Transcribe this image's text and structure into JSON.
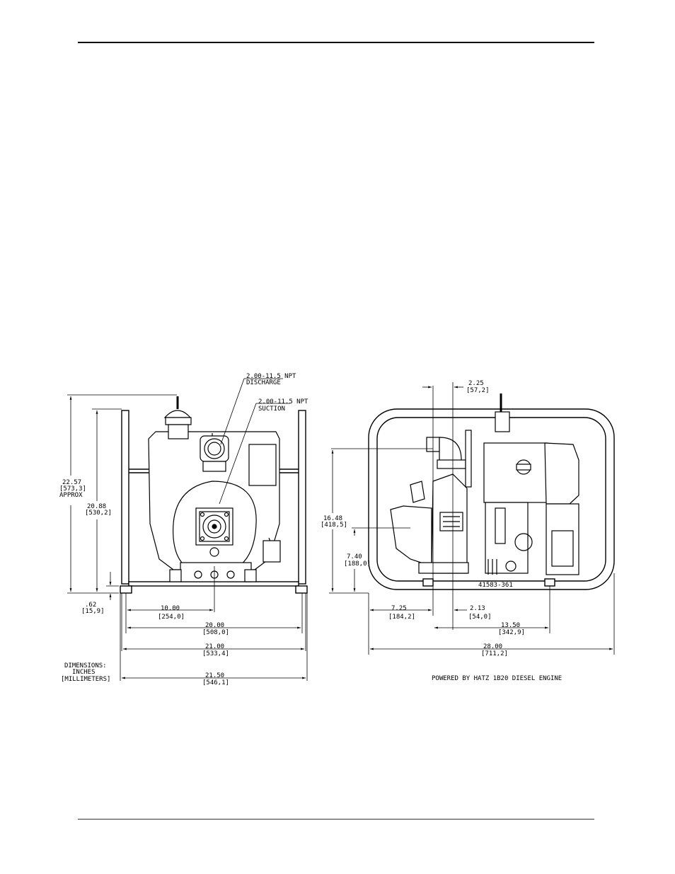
{
  "front_view": {
    "discharge_callout": [
      "2.00-11.5 NPT",
      "DISCHARGE"
    ],
    "suction_callout": [
      "2.00-11.5 NPT",
      "SUCTION"
    ],
    "dim_overall_height": [
      "22.57",
      "[573,3]",
      "APPROX"
    ],
    "dim_frame_height": [
      "20.88",
      "[530,2]"
    ],
    "dim_skid_height": [
      ".62",
      "[15,9]"
    ],
    "dim_center": [
      "10.00",
      "[254,0]"
    ],
    "dim_mount_width": [
      "20.00",
      "[508,0]"
    ],
    "dim_frame_width": [
      "21.00",
      "[533,4]"
    ],
    "dim_overall_width": [
      "21.50",
      "[546,1]"
    ],
    "units_note": [
      "DIMENSIONS:",
      "INCHES",
      "[MILLIMETERS]"
    ]
  },
  "side_view": {
    "dim_discharge_offset": [
      "2.25",
      "[57,2]"
    ],
    "dim_discharge_height": [
      "16.48",
      "[418,5]"
    ],
    "dim_suction_height": [
      "7.40",
      "[188,0]"
    ],
    "dim_front_to_mount": [
      "7.25",
      "[184,2]"
    ],
    "dim_mount_to_center": [
      "2.13",
      "[54,0]"
    ],
    "dim_mount_span": [
      "13.50",
      "[342,9]"
    ],
    "dim_overall_length": [
      "28.00",
      "[711,2]"
    ],
    "part_number": "41583-361",
    "engine_note": "POWERED BY HATZ 1B20 DIESEL ENGINE"
  }
}
